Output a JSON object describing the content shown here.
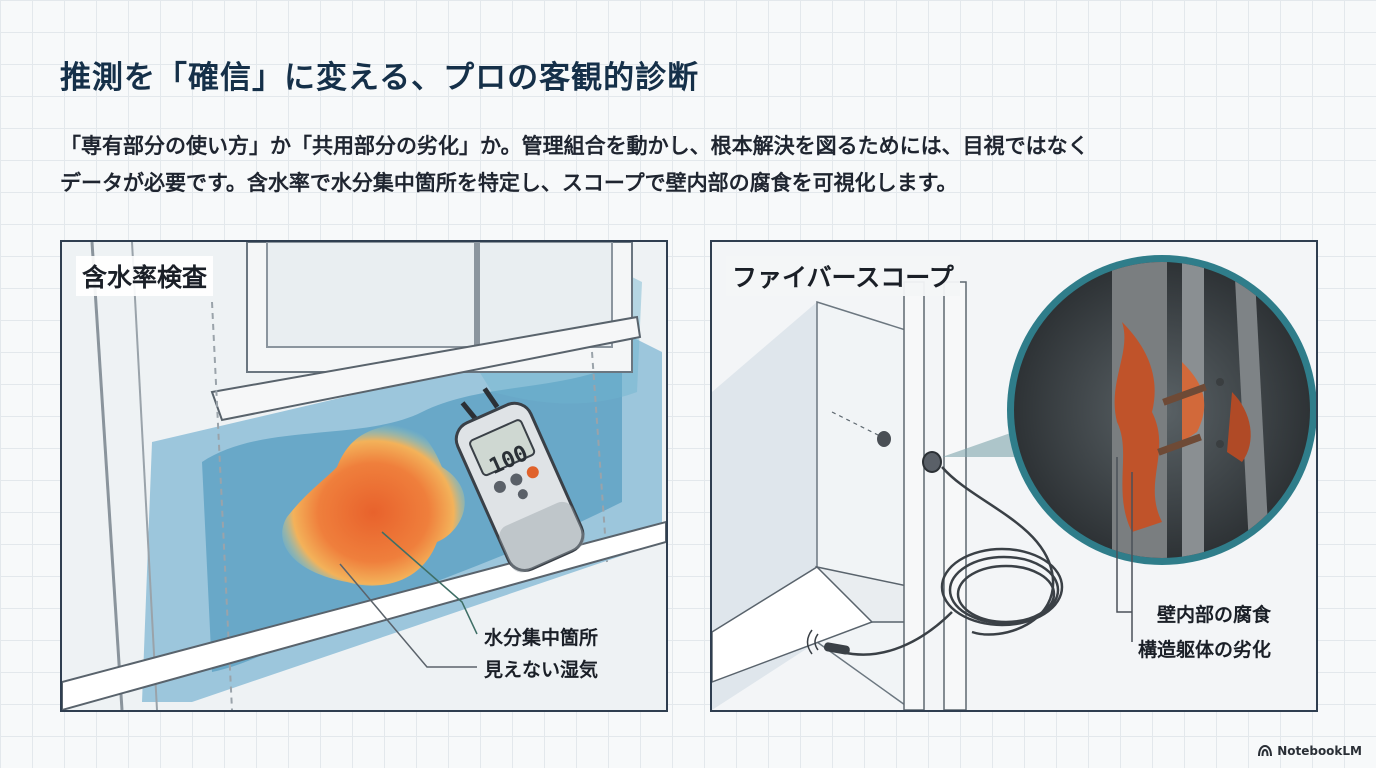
{
  "title": "推測を「確信」に変える、プロの客観的診断",
  "description": {
    "line1": "「専有部分の使い方」か「共用部分の劣化」か。管理組合を動かし、根本解決を図るためには、目視ではなく",
    "line2": "データが必要です。含水率で水分集中箇所を特定し、スコープで壁内部の腐食を可視化します。"
  },
  "panels": {
    "moisture": {
      "title": "含水率検査",
      "meter_reading": "100",
      "callouts": [
        "水分集中箇所",
        "見えない湿気"
      ]
    },
    "fiberscope": {
      "title": "ファイバースコープ",
      "callouts": [
        "壁内部の腐食",
        "構造躯体の劣化"
      ]
    }
  },
  "branding": {
    "label": "NotebookLM",
    "icon": "notebooklm-logo-icon"
  },
  "colors": {
    "title": "#153049",
    "panel_border": "#2f3e50",
    "moisture_hotspot": "#e8622c",
    "moisture_damp": "#3f8fb8",
    "rust": "#c0532a",
    "scope_ring": "#2f7d8a"
  }
}
